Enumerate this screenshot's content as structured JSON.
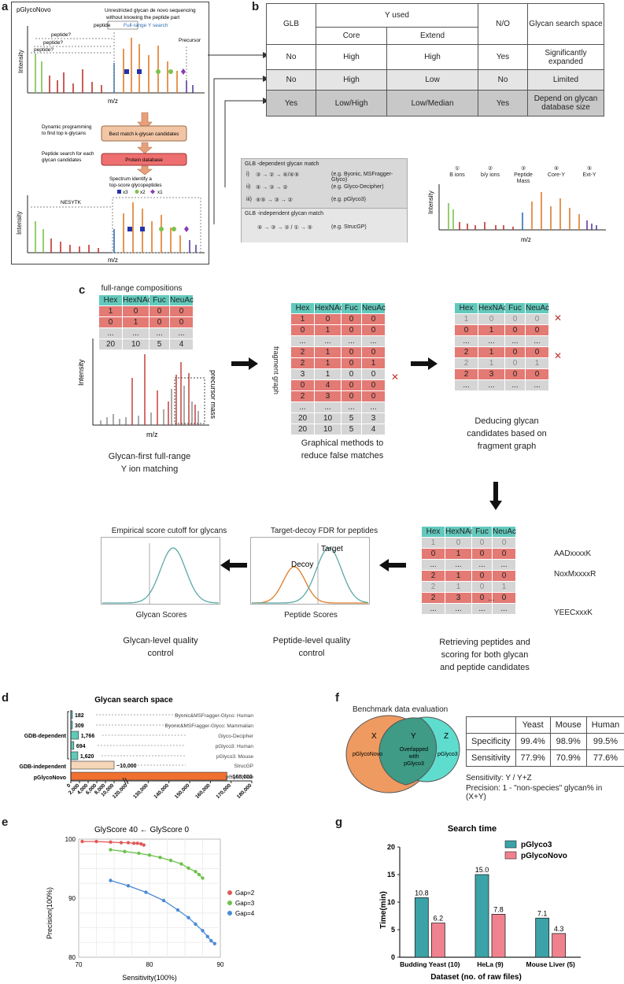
{
  "panels": {
    "a": "a",
    "b": "b",
    "c": "c",
    "d": "d",
    "e": "e",
    "f": "f",
    "g": "g"
  },
  "a": {
    "title": "pGlycoNovo",
    "desc1": "Unrestricted glycan de novo sequencing",
    "desc2": "without knowing the peptide part",
    "peptide": "peptide",
    "search": "Full-range Y search",
    "q1": "peptide?",
    "q2": "peptide?",
    "q3": "peptide?",
    "precursor": "Precursor",
    "intensity": "Intensity",
    "mz": "m/z",
    "step1a": "Dynamic programming",
    "step1b": "to find top k-glycans",
    "box1": "Best match k-glycan candidates",
    "step2a": "Peptide search for each",
    "step2b": "glycan candidates",
    "box2": "Protein database",
    "step3a": "Spectrum identify a",
    "step3b": "top-score glycopeptides",
    "legend": [
      "x3",
      "x2",
      "x1"
    ],
    "seq": "NESYTK",
    "intensity2": "Intensity",
    "mz2": "m/z"
  },
  "b": {
    "header": {
      "glb": "GLB",
      "yused": "Y used",
      "core": "Core",
      "extend": "Extend",
      "no": "N/O",
      "space": "Glycan search space"
    },
    "rows": [
      {
        "glb": "No",
        "core": "High",
        "extend": "High",
        "no": "Yes",
        "space": "Significantly expanded"
      },
      {
        "glb": "No",
        "core": "High",
        "extend": "Low",
        "no": "No",
        "space": "Limited"
      },
      {
        "glb": "Yes",
        "core": "Low/High",
        "extend": "Low/Median",
        "no": "Yes",
        "space": "Depend on glycan database size"
      }
    ],
    "dep_title": "GLB -dependent glycan match",
    "dep_items": [
      {
        "n": "i)",
        "formula": "③ → ② → ④/④⑤",
        "tool": "(e.g. Byonic, MSFragger-Glyco)"
      },
      {
        "n": "ii)",
        "formula": "④ → ③ → ②",
        "tool": "(e.g. Glyco-Decipher)"
      },
      {
        "n": "iii)",
        "formula": "④⑤ → ③ → ②",
        "tool": "(e.g. pGlyco3)"
      }
    ],
    "indep_title": "GLB -independent glycan match",
    "indep_formula": "④ → ③ → ② / ① → ⑤",
    "indep_tool": "(e.g. StrucGP)",
    "legend": [
      {
        "num": "①",
        "label": "B ions",
        "color": "#7dc24b"
      },
      {
        "num": "②",
        "label": "b/y ions",
        "color": "#c0332e"
      },
      {
        "num": "③",
        "label": "Peptide Mass",
        "color": "#2f6fb3"
      },
      {
        "num": "④",
        "label": "Core-Y",
        "color": "#e07c28"
      },
      {
        "num": "⑤",
        "label": "Ext-Y",
        "color": "#5b3da0"
      }
    ],
    "intensity": "Intensity",
    "mz": "m/z"
  },
  "c": {
    "full_range": "full-range compositions",
    "headers": [
      "Hex",
      "HexNAc",
      "Fuc",
      "NeuAc"
    ],
    "left_rows": [
      [
        "1",
        "0",
        "0",
        "0"
      ],
      [
        "0",
        "1",
        "0",
        "0"
      ],
      [
        "...",
        "...",
        "...",
        "..."
      ],
      [
        "20",
        "10",
        "5",
        "4"
      ]
    ],
    "intensity": "Intensity",
    "mz": "m/z",
    "precursor": "precursor mass",
    "cap1a": "Glycan-first full-range",
    "cap1b": "Y ion matching",
    "fragment_graph": "fragment graph",
    "mid_rows": [
      [
        "1",
        "0",
        "0",
        "0"
      ],
      [
        "0",
        "1",
        "0",
        "0"
      ],
      [
        "...",
        "...",
        "...",
        "..."
      ],
      [
        "2",
        "1",
        "0",
        "0"
      ],
      [
        "2",
        "1",
        "0",
        "1"
      ],
      [
        "3",
        "1",
        "0",
        "0"
      ],
      [
        "0",
        "4",
        "0",
        "0"
      ],
      [
        "2",
        "3",
        "0",
        "0"
      ],
      [
        "...",
        "...",
        "...",
        "..."
      ],
      [
        "20",
        "10",
        "5",
        "3"
      ],
      [
        "20",
        "10",
        "5",
        "4"
      ]
    ],
    "cap2a": "Graphical methods to",
    "cap2b": "reduce false matches",
    "right_rows": [
      [
        "1",
        "0",
        "0",
        "0"
      ],
      [
        "0",
        "1",
        "0",
        "0"
      ],
      [
        "...",
        "...",
        "...",
        "..."
      ],
      [
        "2",
        "1",
        "0",
        "0"
      ],
      [
        "2",
        "1",
        "0",
        "1"
      ],
      [
        "2",
        "3",
        "0",
        "0"
      ],
      [
        "...",
        "...",
        "...",
        "..."
      ]
    ],
    "cap3a": "Deducing glycan",
    "cap3b": "candidates  based on",
    "cap3c": "fragment graph",
    "pep_rows": [
      [
        "1",
        "0",
        "0",
        "0"
      ],
      [
        "0",
        "1",
        "0",
        "0"
      ],
      [
        "...",
        "...",
        "...",
        "..."
      ],
      [
        "2",
        "1",
        "0",
        "0"
      ],
      [
        "2",
        "1",
        "0",
        "1"
      ],
      [
        "2",
        "3",
        "0",
        "0"
      ],
      [
        "...",
        "...",
        "...",
        "..."
      ]
    ],
    "peptides": [
      "AADxxxxK",
      "NoxMxxxxR",
      "YEECxxxK"
    ],
    "ellipsis": "...",
    "cap4a": "Retrieving peptides and",
    "cap4b": "scoring for both glycan",
    "cap4c": "and peptide candidates",
    "fdr_title": "Target-decoy FDR for peptides",
    "target": "Target",
    "decoy": "Decoy",
    "pep_scores": "Peptide Scores",
    "pep_q1": "Peptide-level quality",
    "pep_q2": "control",
    "emp_title": "Empirical score cutoff for glycans",
    "gly_scores": "Glycan Scores",
    "gly_q1": "Glycan-level quality",
    "gly_q2": "control"
  },
  "d": {
    "chart_data": {
      "type": "bar",
      "title": "Glycan search space",
      "categories": [
        "Byonic&MSFragger-Glyco: Human",
        "Byonic&MSFragger-Glyco: Mammalian",
        "Glyco-Decipher",
        "pGlyco3: Human",
        "pGlyco3: Mouse",
        "StrucGP",
        "pGlycoNovo"
      ],
      "values": [
        182,
        309,
        1766,
        694,
        1620,
        10000,
        168000
      ],
      "value_labels": [
        "182",
        "309",
        "1,766",
        "694",
        "1,620",
        "~10,000",
        "~168,000"
      ],
      "groups": [
        "GDB-dependent",
        "GDB-independent",
        "pGlycoNovo"
      ],
      "xticks": [
        "0",
        "2,000",
        "4,000",
        "6,000",
        "8,000",
        "10,000",
        "120,000",
        "130,000",
        "140,000",
        "150,000",
        "160,000",
        "170,000",
        "180,000"
      ],
      "colors": {
        "dependent": "#5fcab8",
        "independent": "#f6d6b8",
        "novo": "#f07030"
      }
    }
  },
  "e": {
    "chart_data": {
      "type": "scatter",
      "title": "GlyScore 40 ← GlyScore 0",
      "xlabel": "Sensitivity(100%)",
      "ylabel": "Precision(100%)",
      "xlim": [
        70,
        90
      ],
      "ylim": [
        80,
        100
      ],
      "xticks": [
        "70",
        "80",
        "90"
      ],
      "yticks": [
        "80",
        "90",
        "100"
      ],
      "series": [
        {
          "name": "Gap=2",
          "color": "#e05a5a",
          "x": [
            70.5,
            72.5,
            74.5,
            76,
            77,
            77.8,
            78.3,
            78.8,
            79.2
          ],
          "y": [
            99.6,
            99.6,
            99.5,
            99.4,
            99.4,
            99.3,
            99.3,
            99.2,
            99.0
          ]
        },
        {
          "name": "Gap=3",
          "color": "#6cc24a",
          "x": [
            74.5,
            76.5,
            78.5,
            80,
            81.5,
            83,
            84.5,
            85.5,
            86.5,
            87,
            87.5
          ],
          "y": [
            98.2,
            97.9,
            97.6,
            97.3,
            96.9,
            96.4,
            95.8,
            95.1,
            94.5,
            94.0,
            93.4
          ]
        },
        {
          "name": "Gap=4",
          "color": "#4a8bd6",
          "x": [
            74.5,
            77,
            79.5,
            82,
            84,
            85.5,
            86.5,
            87.5,
            88.2,
            88.7,
            89.2
          ],
          "y": [
            93.0,
            92.1,
            91.0,
            89.6,
            88.0,
            86.7,
            85.6,
            84.5,
            83.5,
            82.8,
            82.3
          ]
        }
      ]
    }
  },
  "f": {
    "title": "Benchmark  data evaluation",
    "x": "X",
    "y": "Y",
    "z": "Z",
    "left": "pGlycoNovo",
    "right": "pGlyco3",
    "mid1": "Overlapped",
    "mid2": "with",
    "mid3": "pGlyco3",
    "table_header": [
      "",
      "Yeast",
      "Mouse",
      "Human"
    ],
    "table_rows": [
      [
        "Specificity",
        "99.4%",
        "98.9%",
        "99.5%"
      ],
      [
        "Sensitivity",
        "77.9%",
        "70.9%",
        "77.6%"
      ]
    ],
    "note1": "Sensitivity: Y / Y+Z",
    "note2": "Precision: 1 - \"non-species\" glycan% in (X+Y)"
  },
  "g": {
    "chart_data": {
      "type": "bar",
      "title": "Search time",
      "xlabel": "Dataset (no. of raw files)",
      "ylabel": "Time(min)",
      "ylim": [
        0,
        20
      ],
      "yticks": [
        "0",
        "5",
        "10",
        "15",
        "20"
      ],
      "categories": [
        "Budding Yeast (10)",
        "HeLa (9)",
        "Mouse Liver (5)"
      ],
      "series": [
        {
          "name": "pGlyco3",
          "color": "#3ba3a8",
          "values": [
            10.8,
            15.0,
            7.1
          ],
          "labels": [
            "10.8",
            "15.0",
            "7.1"
          ]
        },
        {
          "name": "pGlycoNovo",
          "color": "#f08290",
          "values": [
            6.2,
            7.8,
            4.3
          ],
          "labels": [
            "6.2",
            "7.8",
            "4.3"
          ]
        }
      ]
    }
  }
}
